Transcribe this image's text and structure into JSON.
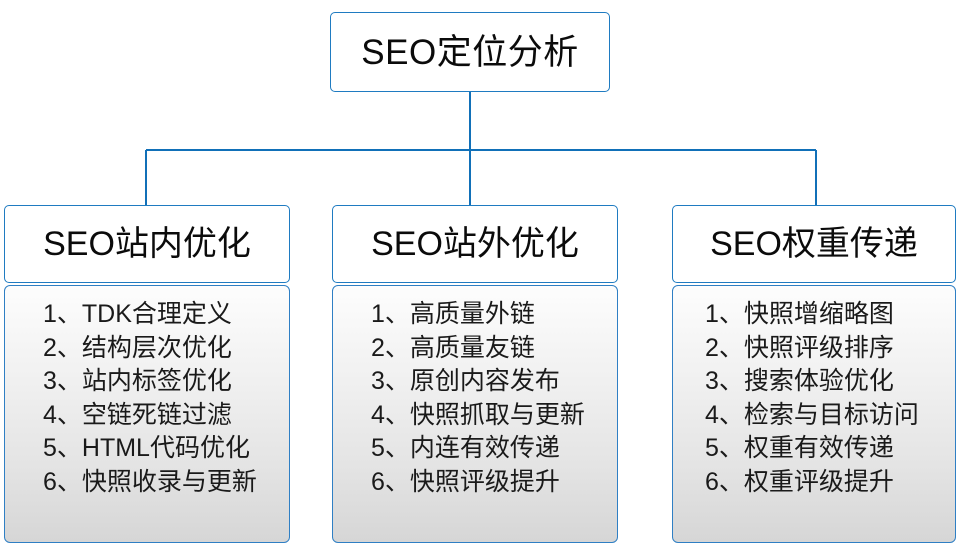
{
  "diagram": {
    "type": "org-chart",
    "root": {
      "label": "SEO定位分析"
    },
    "colors": {
      "border_blue": "#1f7bc1",
      "connector_blue": "#1170b8",
      "panel_gradient_top": "#fdfdfd",
      "panel_gradient_bottom": "#d6d6d6",
      "text": "#0b0b0b"
    },
    "columns": [
      {
        "header": "SEO站内优化",
        "items": [
          "1、TDK合理定义",
          "2、结构层次优化",
          "3、站内标签优化",
          "4、空链死链过滤",
          "5、HTML代码优化",
          "6、快照收录与更新"
        ]
      },
      {
        "header": "SEO站外优化",
        "items": [
          "1、高质量外链",
          "2、高质量友链",
          "3、原创内容发布",
          "4、快照抓取与更新",
          "5、内连有效传递",
          "6、快照评级提升"
        ]
      },
      {
        "header": "SEO权重传递",
        "items": [
          "1、快照增缩略图",
          "2、快照评级排序",
          "3、搜索体验优化",
          "4、检索与目标访问",
          "5、权重有效传递",
          "6、权重评级提升"
        ]
      }
    ]
  }
}
